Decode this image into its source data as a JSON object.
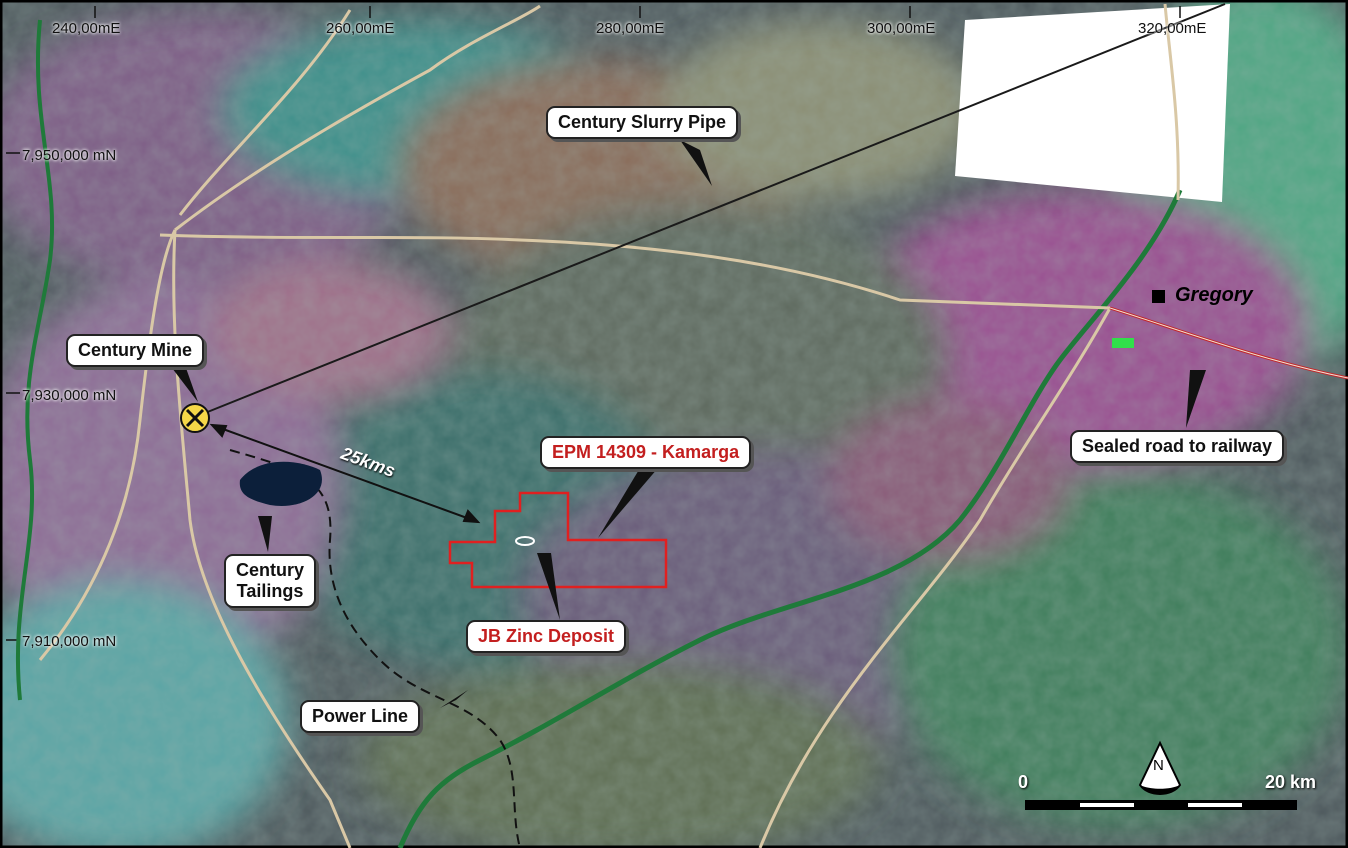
{
  "map": {
    "grid_labels_x": [
      "240,00mE",
      "260,00mE",
      "280,00mE",
      "300,00mE",
      "320,00mE"
    ],
    "grid_labels_y": [
      "7,950,000 mN",
      "7,930,000 mN",
      "7,910,000 mN"
    ],
    "callouts": {
      "century_slurry_pipe": "Century Slurry Pipe",
      "century_mine": "Century Mine",
      "epm_kamarga": "EPM 14309 - Kamarga",
      "sealed_road": "Sealed road to railway",
      "century_tailings_line1": "Century",
      "century_tailings_line2": "Tailings",
      "jb_zinc": "JB Zinc Deposit",
      "power_line": "Power Line"
    },
    "town": "Gregory",
    "distance_label": "25kms",
    "scale": {
      "start": "0",
      "end": "20 km"
    },
    "north_arrow": "N",
    "colors": {
      "tenement_outline": "#e02020",
      "red_label": "#c31f1f",
      "road_sealed": "#c2262a"
    }
  }
}
